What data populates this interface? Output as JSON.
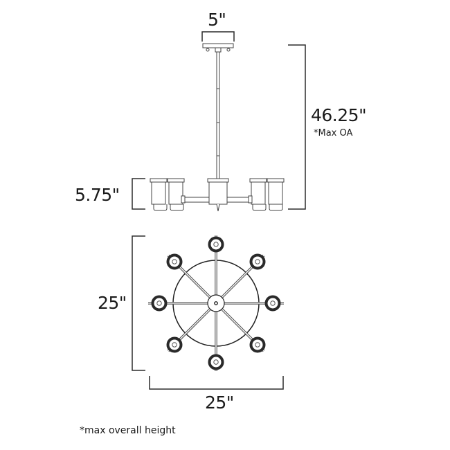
{
  "diagram": {
    "subject": "8-light chandelier dimension drawing",
    "views": [
      "side-elevation",
      "top-plan"
    ],
    "colors": {
      "line": "#3a3a3a",
      "dimension_line": "#2b2b2b",
      "text": "#1a1a1a",
      "background": "#ffffff"
    }
  },
  "dimensions": {
    "canopy_width": {
      "label": "5\""
    },
    "overall_height": {
      "label": "46.25\"",
      "sublabel": "*Max OA"
    },
    "body_height": {
      "label": "5.75\""
    },
    "depth": {
      "label": "25\""
    },
    "width": {
      "label": "25\""
    }
  },
  "footnote": {
    "text": "*max overall height"
  }
}
